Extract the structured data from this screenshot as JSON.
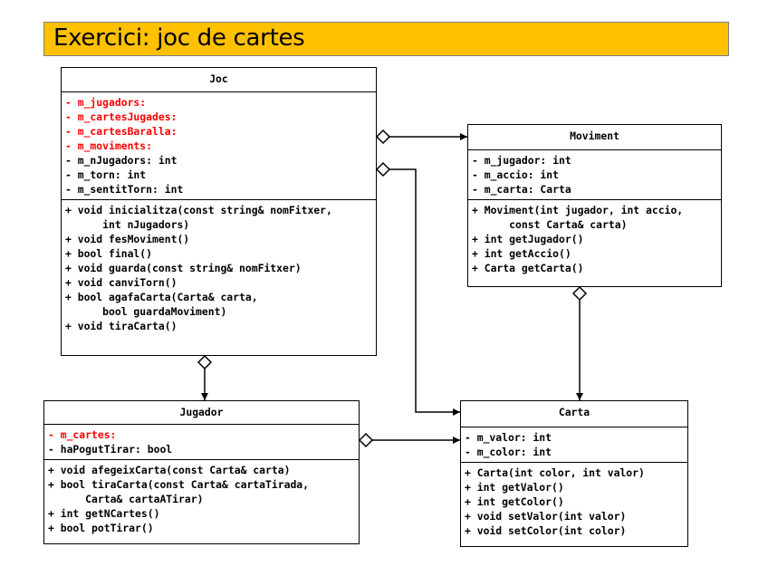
{
  "title": "Exercici: joc de cartes",
  "colors": {
    "title_bar": "#ffc000",
    "highlight": "#ff0000",
    "line": "#000000"
  },
  "classes": {
    "joc": {
      "name": "Joc",
      "attributes": [
        {
          "text": "- m_jugadors:",
          "hl": true
        },
        {
          "text": "- m_cartesJugades:",
          "hl": true
        },
        {
          "text": "- m_cartesBaralla:",
          "hl": true
        },
        {
          "text": "- m_moviments:",
          "hl": true
        },
        {
          "text": "- m_nJugadors: int",
          "hl": false
        },
        {
          "text": "- m_torn: int",
          "hl": false
        },
        {
          "text": "- m_sentitTorn: int",
          "hl": false
        }
      ],
      "methods": [
        {
          "text": "+ void inicialitza(const string& nomFitxer,",
          "hl": false
        },
        {
          "text": "      int nJugadors)",
          "hl": false
        },
        {
          "text": "+ void fesMoviment()",
          "hl": false
        },
        {
          "text": "+ bool final()",
          "hl": false
        },
        {
          "text": "+ void guarda(const string& nomFitxer)",
          "hl": false
        },
        {
          "text": "+ void canviTorn()",
          "hl": false
        },
        {
          "text": "+ bool agafaCarta(Carta& carta,",
          "hl": false
        },
        {
          "text": "      bool guardaMoviment)",
          "hl": false
        },
        {
          "text": "+ void tiraCarta()",
          "hl": false
        }
      ]
    },
    "moviment": {
      "name": "Moviment",
      "attributes": [
        {
          "text": "- m_jugador: int",
          "hl": false
        },
        {
          "text": "- m_accio: int",
          "hl": false
        },
        {
          "text": "- m_carta: Carta",
          "hl": false
        }
      ],
      "methods": [
        {
          "text": "+ Moviment(int jugador, int accio,",
          "hl": false
        },
        {
          "text": "      const Carta& carta)",
          "hl": false
        },
        {
          "text": "+ int getJugador()",
          "hl": false
        },
        {
          "text": "+ int getAccio()",
          "hl": false
        },
        {
          "text": "+ Carta getCarta()",
          "hl": false
        }
      ]
    },
    "jugador": {
      "name": "Jugador",
      "attributes": [
        {
          "text": "- m_cartes:",
          "hl": true
        },
        {
          "text": "- haPogutTirar: bool",
          "hl": false
        }
      ],
      "methods": [
        {
          "text": "+ void afegeixCarta(const Carta& carta)",
          "hl": false
        },
        {
          "text": "+ bool tiraCarta(const Carta& cartaTirada,",
          "hl": false
        },
        {
          "text": "      Carta& cartaATirar)",
          "hl": false
        },
        {
          "text": "+ int getNCartes()",
          "hl": false
        },
        {
          "text": "+ bool potTirar()",
          "hl": false
        }
      ]
    },
    "carta": {
      "name": "Carta",
      "attributes": [
        {
          "text": "- m_valor: int",
          "hl": false
        },
        {
          "text": "- m_color: int",
          "hl": false
        }
      ],
      "methods": [
        {
          "text": "+ Carta(int color, int valor)",
          "hl": false
        },
        {
          "text": "+ int getValor()",
          "hl": false
        },
        {
          "text": "+ int getColor()",
          "hl": false
        },
        {
          "text": "+ void setValor(int valor)",
          "hl": false
        },
        {
          "text": "+ void setColor(int color)",
          "hl": false
        }
      ]
    }
  },
  "relations": [
    {
      "from": "joc",
      "to": "moviment",
      "type": "aggregation"
    },
    {
      "from": "joc",
      "to": "carta",
      "type": "aggregation"
    },
    {
      "from": "joc",
      "to": "jugador",
      "type": "aggregation"
    },
    {
      "from": "jugador",
      "to": "carta",
      "type": "aggregation"
    },
    {
      "from": "moviment",
      "to": "carta",
      "type": "aggregation"
    }
  ]
}
